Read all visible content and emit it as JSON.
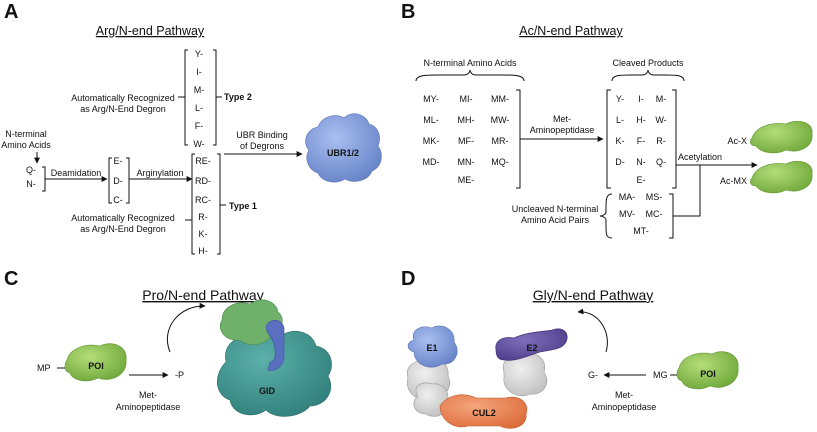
{
  "panels": {
    "A": {
      "letter": "A",
      "title": "Arg/N-end Pathway",
      "recognized_text_1": "Automatically Recognized",
      "recognized_text_2": "as Arg/N-End Degron",
      "type2_residues": [
        "Y-",
        "I-",
        "M-",
        "L-",
        "F-",
        "W-"
      ],
      "type2_label": "Type 2",
      "nterm_label_1": "N-terminal",
      "nterm_label_2": "Amino Acids",
      "deamidation_from": [
        "Q-",
        "N-"
      ],
      "deamidation_label": "Deamidation",
      "deamidation_to": [
        "E-",
        "D-",
        "C-"
      ],
      "arginylation_label": "Arginylation",
      "arginylation_to": [
        "RE-",
        "RD-",
        "RC-"
      ],
      "type1_residues": [
        "R-",
        "K-",
        "H-"
      ],
      "type1_label": "Type 1",
      "ubr_binding_1": "UBR Binding",
      "ubr_binding_2": "of Degrons",
      "ubr_label": "UBR1/2"
    },
    "B": {
      "letter": "B",
      "title": "Ac/N-end Pathway",
      "nterm_header": "N-terminal Amino Acids",
      "nterm_cols": [
        [
          "MY-",
          "ML-",
          "MK-",
          "MD-"
        ],
        [
          "MI-",
          "MH-",
          "MF-",
          "MN-",
          "ME-"
        ],
        [
          "MM-",
          "MW-",
          "MR-",
          "MQ-"
        ]
      ],
      "met_label_1": "Met-",
      "met_label_2": "Aminopeptidase",
      "cleaved_header": "Cleaved Products",
      "cleaved_cols": [
        [
          "Y-",
          "L-",
          "K-",
          "D-"
        ],
        [
          "I-",
          "H-",
          "F-",
          "N-",
          "E-"
        ],
        [
          "M-",
          "W-",
          "R-",
          "Q-"
        ]
      ],
      "uncleaved_1": "Uncleaved N-terminal",
      "uncleaved_2": "Amino Acid Pairs",
      "uncleaved_cols": [
        [
          "MA-",
          "MV-"
        ],
        [
          "MS-",
          "MC-",
          "MT-"
        ]
      ],
      "acetylation_label": "Acetylation",
      "product_1": "Ac-X",
      "product_2": "Ac-MX"
    },
    "C": {
      "letter": "C",
      "title": "Pro/N-end Pathway",
      "mp_label": "MP",
      "poi_label": "POI",
      "product_label": "-P",
      "met_label_1": "Met-",
      "met_label_2": "Aminopeptidase",
      "complex_label": "GID"
    },
    "D": {
      "letter": "D",
      "title": "Gly/N-end Pathway",
      "e1_label": "E1",
      "e2_label": "E2",
      "cul2_label": "CUL2",
      "product_label": "G-",
      "mg_label": "MG",
      "poi_label": "POI",
      "met_label_1": "Met-",
      "met_label_2": "Aminopeptidase"
    }
  },
  "colors": {
    "ubr": "#7e9bd8",
    "poi_green": "#8cbf4e",
    "gid_teal": "#3f9490",
    "gid_green": "#6fb06a",
    "gid_blue": "#5a6fc0",
    "e1_blue": "#7f97d6",
    "e2_purple": "#5e4d9a",
    "cul2_orange": "#e8804f",
    "gray": "#d4d4d4"
  }
}
